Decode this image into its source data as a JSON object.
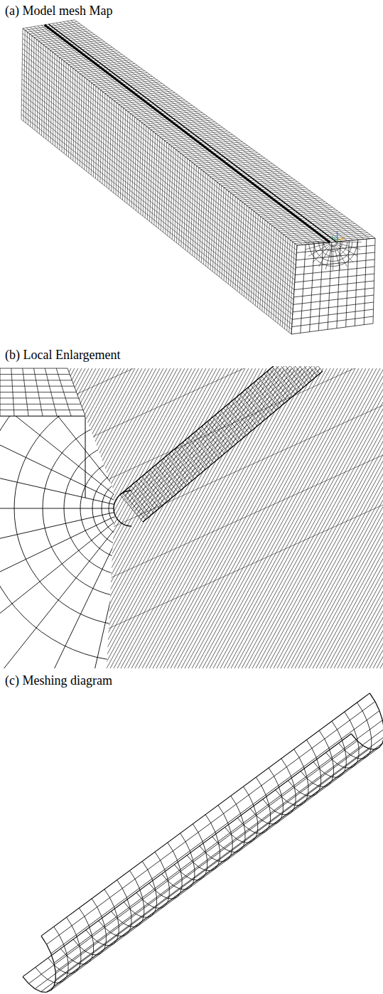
{
  "diagram": {
    "labels": [
      "(a) Model mesh Map",
      "(b) Local Enlargement",
      "(c) Meshing diagram"
    ]
  }
}
